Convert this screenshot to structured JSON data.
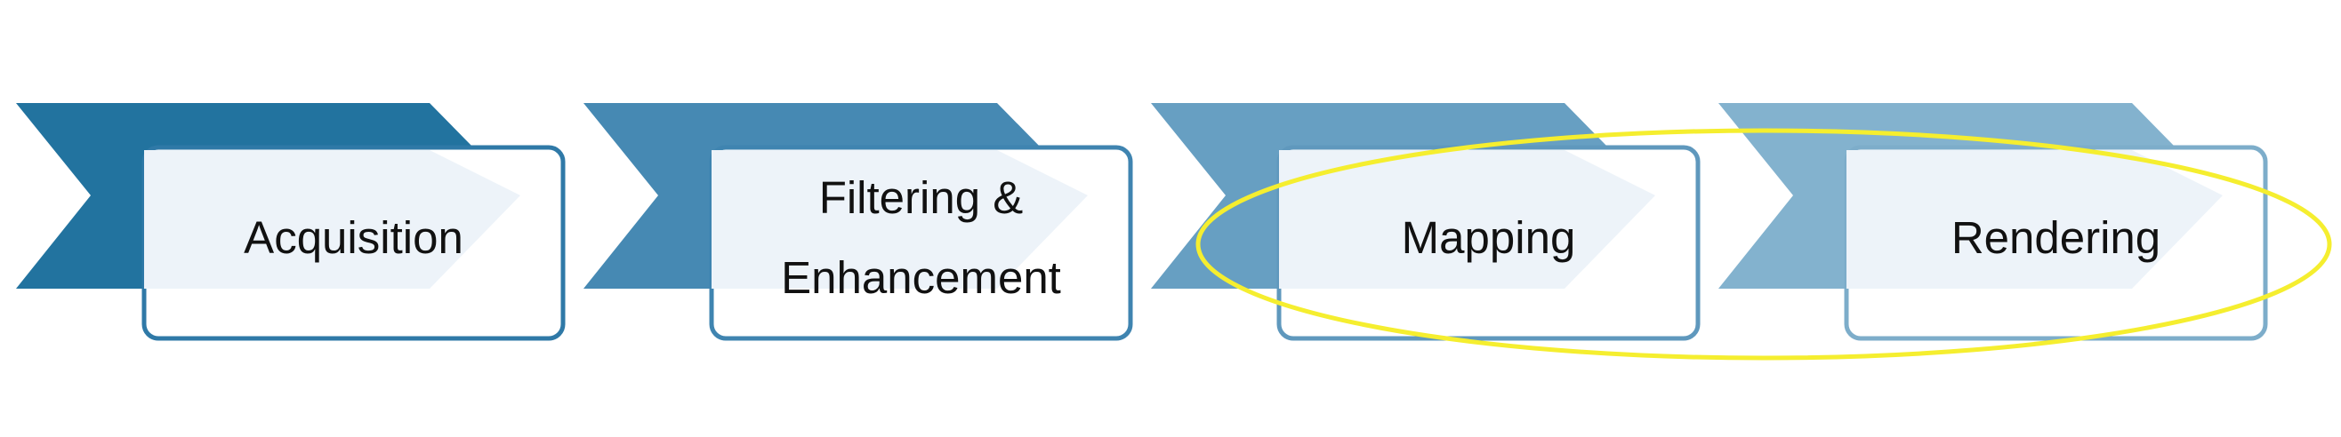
{
  "diagram": {
    "type": "pipeline",
    "steps": [
      {
        "lines": [
          "Acquisition"
        ],
        "chevron_color": "#22739f",
        "border_color": "#2f79a7"
      },
      {
        "lines": [
          "Filtering &",
          "Enhancement"
        ],
        "chevron_color": "#4689b3",
        "border_color": "#3f84b0"
      },
      {
        "lines": [
          "Mapping"
        ],
        "chevron_color": "#679fc2",
        "border_color": "#5f98bd"
      },
      {
        "lines": [
          "Rendering"
        ],
        "chevron_color": "#83b2ce",
        "border_color": "#7dadca"
      }
    ],
    "box_fill": "#ffffff",
    "box_overlay_fill": "#edf3f9",
    "highlight": {
      "shape": "ellipse",
      "color": "#f5ee2f",
      "encloses": [
        "Mapping",
        "Rendering"
      ]
    }
  }
}
